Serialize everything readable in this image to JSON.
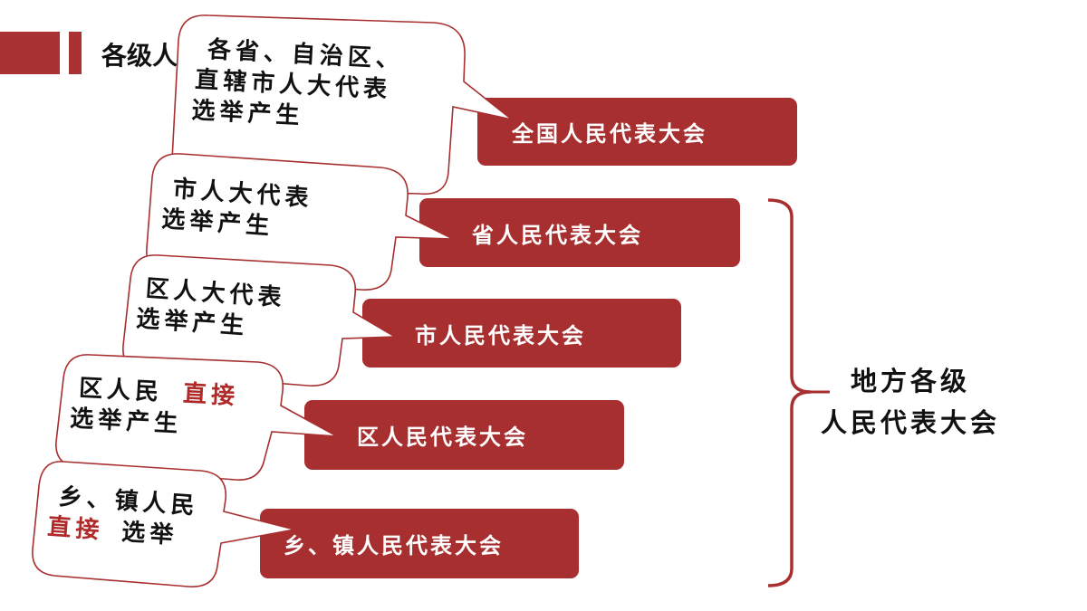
{
  "page_title": "各级人",
  "colors": {
    "accent": "#a82f30",
    "emphasis": "#b02828"
  },
  "congresses": [
    {
      "label": "全国人民代表大会"
    },
    {
      "label": "省人民代表大会"
    },
    {
      "label": "市人民代表大会"
    },
    {
      "label": "区人民代表大会"
    },
    {
      "label": "乡、镇人民代表大会"
    }
  ],
  "bubbles": [
    {
      "lines": [
        "各省、自治区、",
        "直辖市人大代表",
        "选举产生"
      ]
    },
    {
      "lines": [
        "市人大代表",
        "选举产生"
      ]
    },
    {
      "lines": [
        "区人大代表",
        "选举产生"
      ]
    },
    {
      "line1_prefix": "区人民",
      "line1_emphasis": "直接",
      "line2": "选举产生"
    },
    {
      "line1": "乡、镇人民",
      "line2_emphasis": "直接",
      "line2_suffix": "选举"
    }
  ],
  "local_congress_label": [
    "地方各级",
    "人民代表大会"
  ]
}
